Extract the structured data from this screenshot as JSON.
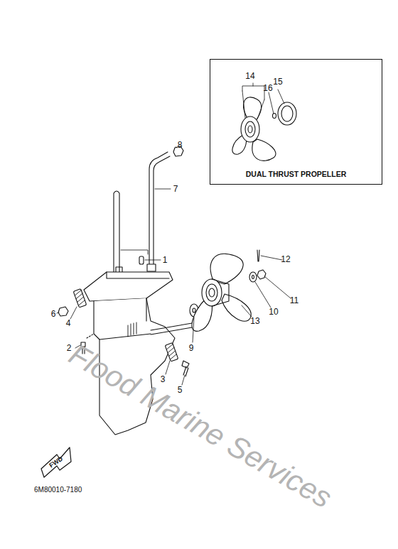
{
  "diagram": {
    "nodes": [
      {
        "text": [
          "DUAL THRUST PROPELLER"
        ]
      }
    ],
    "labels": [
      "14",
      "16",
      "15",
      "8",
      "7",
      "1",
      "12",
      "6",
      "4",
      "11",
      "10",
      "13",
      "9",
      "2",
      "3",
      "5",
      "FWD",
      "6M80010-7180",
      "Flood Marine Services"
    ]
  }
}
